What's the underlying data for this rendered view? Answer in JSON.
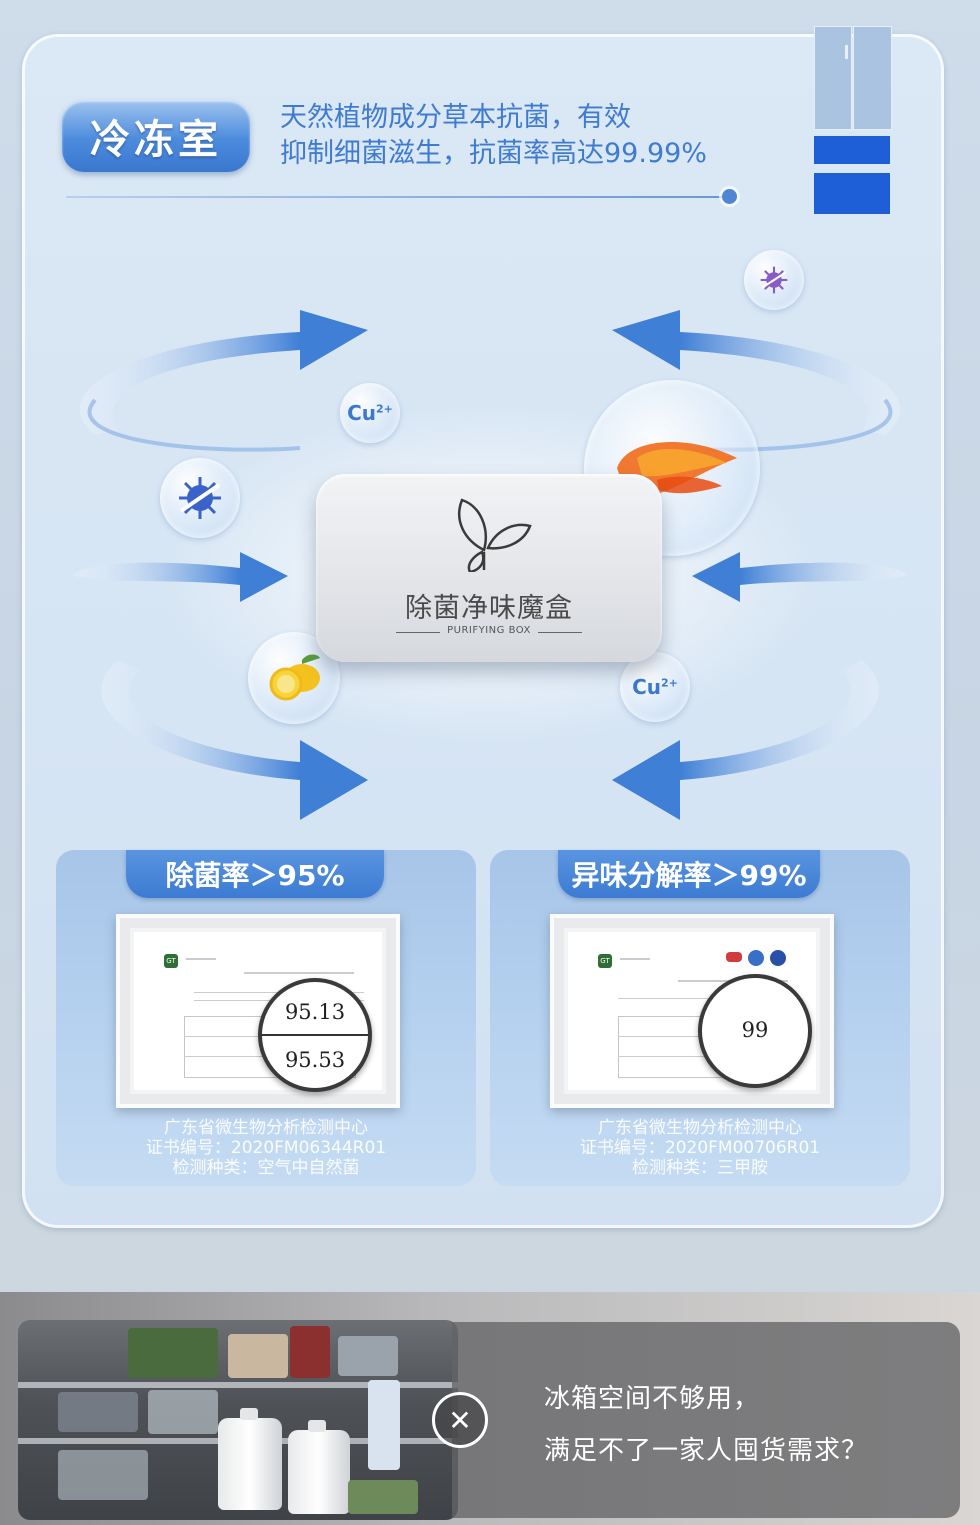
{
  "header": {
    "title": "冷冻室",
    "headline_line1": "天然植物成分草本抗菌，有效",
    "headline_line2": "抑制细菌滋生，抗菌率高达99.99%"
  },
  "icons": {
    "fridge": "fridge-icon",
    "leaf": "leaf-icon",
    "close": "close-icon"
  },
  "bubbles": {
    "cu_label": "Cu",
    "cu_charge": "2+"
  },
  "product": {
    "name": "除菌净味魔盒",
    "subtitle": "PURIFYING BOX"
  },
  "stats": [
    {
      "tab": "除菌率＞95%",
      "magnifier_values": [
        "95.13",
        "95.53"
      ],
      "footer": [
        "广东省微生物分析检测中心",
        "证书编号：2020FM06344R01",
        "检测种类：空气中自然菌"
      ]
    },
    {
      "tab": "异味分解率＞99%",
      "magnifier_values": [
        "99"
      ],
      "footer": [
        "广东省微生物分析检测中心",
        "证书编号：2020FM00706R01",
        "检测种类：三甲胺"
      ]
    }
  ],
  "bottom": {
    "line1": "冰箱空间不够用，",
    "line2": "满足不了一家人囤货需求？",
    "close_glyph": "✕"
  },
  "colors": {
    "accent": "#3f7bd1",
    "tab_blue": "#3c7bd2",
    "fridge_drawer": "#1e5fd7"
  }
}
